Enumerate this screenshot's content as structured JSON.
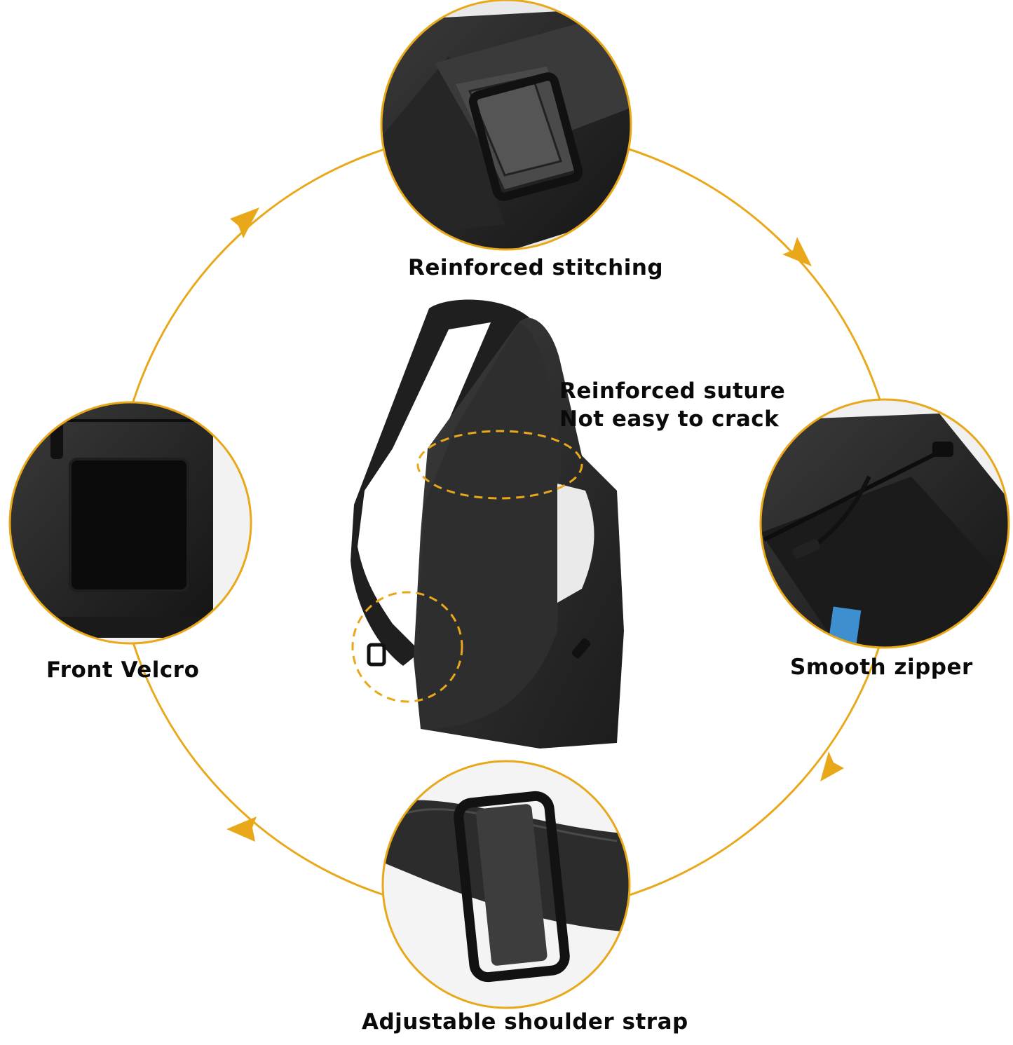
{
  "accent_color": "#e8a81a",
  "bag_color": "#2b2b2b",
  "features": {
    "top": "Reinforced stitching",
    "left": "Front Velcro",
    "right": "Smooth zipper",
    "bottom": "Adjustable shoulder strap"
  },
  "callout": {
    "line1": "Reinforced suture",
    "line2": "Not easy to crack"
  },
  "icons": [
    "arrow-head-icon",
    "buckle-icon",
    "zipper-pull-icon",
    "velcro-patch-icon"
  ]
}
